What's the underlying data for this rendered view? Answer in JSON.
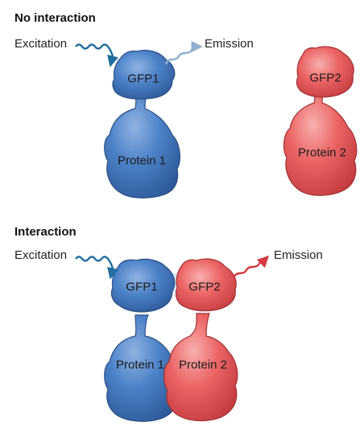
{
  "panels": {
    "no_interaction": {
      "title": "No interaction",
      "excitation_label": "Excitation",
      "emission_label": "Emission",
      "gfp_left": "GFP1",
      "protein_left": "Protein 1",
      "gfp_right": "GFP2",
      "protein_right": "Protein 2"
    },
    "interaction": {
      "title": "Interaction",
      "excitation_label": "Excitation",
      "emission_label": "Emission",
      "gfp_left": "GFP1",
      "protein_left": "Protein 1",
      "gfp_right": "GFP2",
      "protein_right": "Protein 2"
    }
  },
  "colors": {
    "blue_fill": "#3f76bf",
    "blue_dark": "#2b5796",
    "red_fill": "#ea5a5a",
    "red_dark": "#c33b3e",
    "excitation_arrow": "#1f6f9f",
    "blue_emission_arrow": "#8fb0d0",
    "red_emission_arrow": "#d33a40"
  }
}
